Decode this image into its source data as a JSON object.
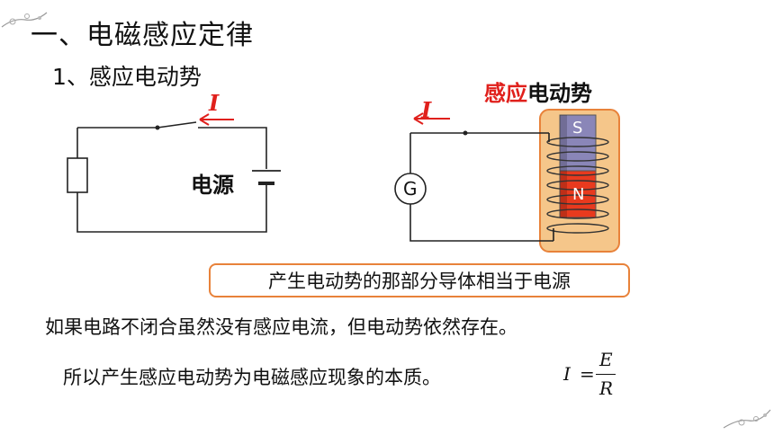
{
  "slide": {
    "heading": "一、电磁感应定律",
    "subheading": "1、感应电动势",
    "emf_label_red": "感应",
    "emf_label_black": "电动势",
    "power_source_label": "电源",
    "current_symbol_left": "I",
    "current_symbol_right": "I",
    "galvanometer_label": "G",
    "magnet_top_pole": "S",
    "magnet_bottom_pole": "N",
    "callout_text": "产生电动势的那部分导体相当于电源",
    "line1": "如果电路不闭合虽然没有感应电流，但电动势依然存在。",
    "line2": "所以产生感应电动势为电磁感应现象的本质。",
    "formula": {
      "lhs": "I",
      "eq": "=",
      "numerator": "E",
      "denominator": "R"
    }
  },
  "colors": {
    "accent_red": "#e0201c",
    "callout_border": "#e8823a",
    "coil_fill": "#f5c68a",
    "magnet_s": "#8a86b8",
    "magnet_n": "#e83a1e"
  }
}
